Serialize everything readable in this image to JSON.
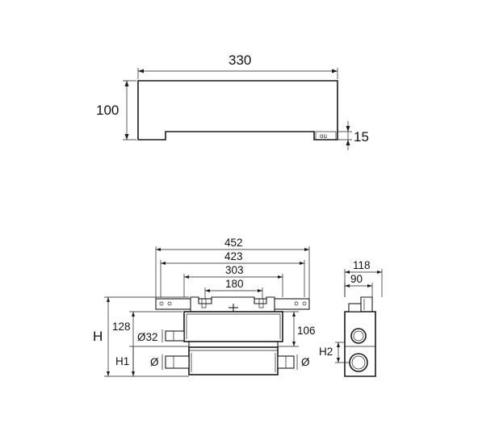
{
  "colors": {
    "line": "#1a1a1a",
    "background": "#ffffff"
  },
  "top_view": {
    "width_label": "330",
    "height_label": "100",
    "foot_label": "15",
    "foot_mark": "ou"
  },
  "front_view": {
    "width_outer_label": "452",
    "width_bracket_label": "423",
    "width_inner_label": "303",
    "width_center_label": "180",
    "height_total_label": "H",
    "height_upper_label": "128",
    "height_lower_label": "H1",
    "pipe_small_label": "Ø32",
    "pipe_left_label": "Ø",
    "pipe_right_label": "Ø",
    "depth_label": "106"
  },
  "side_view": {
    "depth_outer_label": "118",
    "depth_inner_label": "90",
    "height_label": "H2"
  }
}
